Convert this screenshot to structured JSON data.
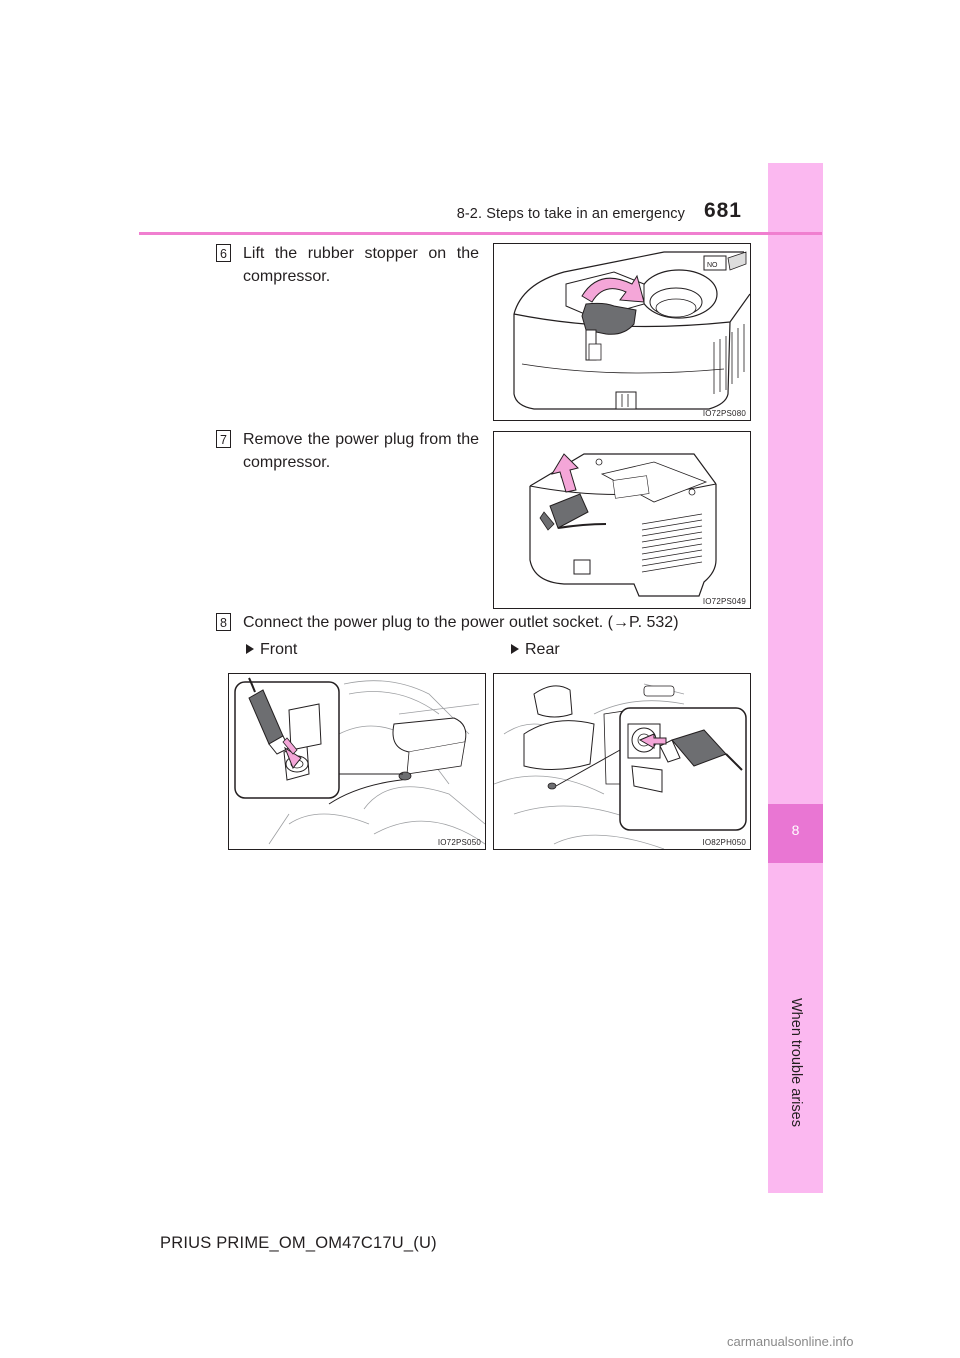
{
  "header": {
    "section_title": "8-2. Steps to take in an emergency",
    "page_number": "681"
  },
  "side_tab": {
    "chapter_number": "8",
    "chapter_title": "When trouble arises"
  },
  "steps": [
    {
      "number": "6",
      "text": "Lift the rubber stopper on the compressor.",
      "figure_code": "IO72PS080"
    },
    {
      "number": "7",
      "text": "Remove the power plug from the compressor.",
      "figure_code": "IO72PS049"
    },
    {
      "number": "8",
      "text": "Connect the power plug to the power outlet socket. (→P. 532)"
    }
  ],
  "outlets": [
    {
      "label": "Front",
      "figure_code": "IO72PS050"
    },
    {
      "label": "Rear",
      "figure_code": "IO82PH050"
    }
  ],
  "footer": {
    "document_id": "PRIUS PRIME_OM_OM47C17U_(U)"
  },
  "watermark": "carmanualsonline.info",
  "colors": {
    "accent_pink": "#f07fd0",
    "side_tab": "#fbb8f0",
    "side_tab_dark": "#e976d3",
    "arrow_pink": "#f4a6d8"
  }
}
